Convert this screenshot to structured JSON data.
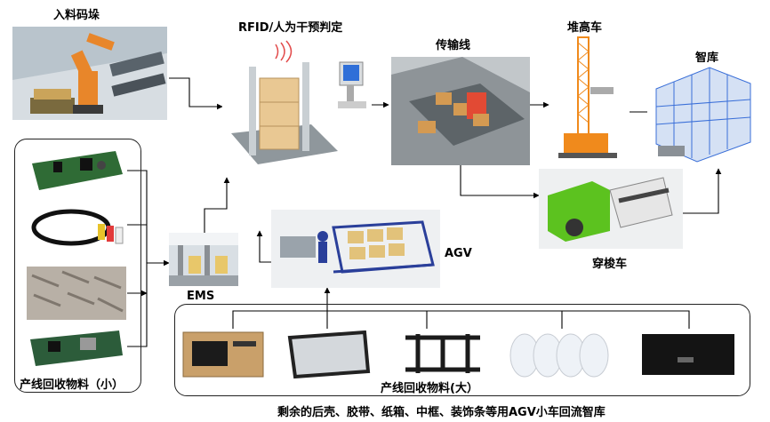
{
  "labels": {
    "palletizing": "入料码垛",
    "rfid": "RFID/人为干预判定",
    "conveyor": "传输线",
    "stacker": "堆高车",
    "warehouse": "智库",
    "shuttle": "穿梭车",
    "agv": "AGV",
    "ems": "EMS",
    "small_materials": "产线回收物料（小）",
    "large_materials": "产线回收物料(大）",
    "caption": "剩余的后壳、胶带、纸箱、中框、装饰条等用AGV小车回流智库"
  },
  "colors": {
    "robot_orange": "#e8862a",
    "stacker_orange": "#f08a1c",
    "shuttle_green": "#5cc21f",
    "rack_blue": "#3a6fd8",
    "agv_cart_blue": "#2a3f9a",
    "pcb_green": "#2f6b35"
  },
  "icons": {
    "palletizing": "robot-arm-icon",
    "rfid": "rfid-gate-icon",
    "conveyor": "conveyor-icon",
    "stacker": "stacker-crane-icon",
    "warehouse": "rack-warehouse-icon",
    "shuttle": "shuttle-car-icon",
    "agv": "agv-cart-icon",
    "ems": "ems-rail-icon"
  }
}
